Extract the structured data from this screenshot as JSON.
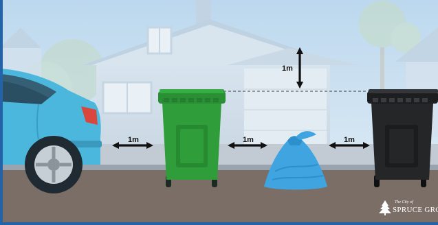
{
  "labels": {
    "car_to_bin": "1m",
    "bin_to_bag": "1m",
    "bag_to_bin": "1m",
    "overhead": "1m"
  },
  "logo": {
    "line1": "The City of",
    "line2": "SPRUCE GROVE"
  },
  "colors": {
    "sky": "#cfe3f1",
    "border_blue": "#2563a8",
    "road": "#7a6e66",
    "sidewalk": "#bfc8d2",
    "car": "#4cb7dd",
    "green_bin": "#2e9d3a",
    "black_bin": "#252628",
    "bag": "#3fa4e0",
    "arrow": "#111111"
  },
  "icons": [
    "double-arrow-icon",
    "spruce-tree-logo-icon"
  ]
}
